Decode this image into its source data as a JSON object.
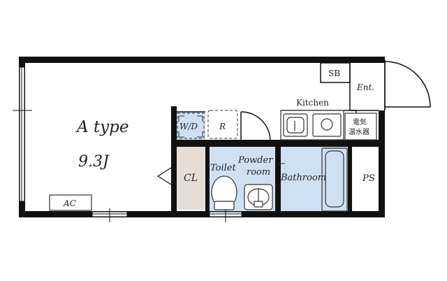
{
  "floorplan": {
    "main_room": {
      "name": "A type",
      "size": "9.3J"
    },
    "labels": {
      "sb": "SB",
      "entrance": "Ent.",
      "kitchen": "Kitchen",
      "water_heater_line1": "電気",
      "water_heater_line2": "温水器",
      "washer_dryer": "W/D",
      "refrigerator": "R",
      "closet": "CL",
      "toilet": "Toilet",
      "powder_room_line1": "Powder",
      "powder_room_line2": "room",
      "bathroom": "Bathroom",
      "pipe_space": "PS",
      "air_conditioner": "AC"
    },
    "colors": {
      "wall": "#111111",
      "wet_area": "#cfe0f3",
      "closet": "#e6ddd4",
      "fixture_stroke": "#333333",
      "background": "#ffffff"
    }
  }
}
